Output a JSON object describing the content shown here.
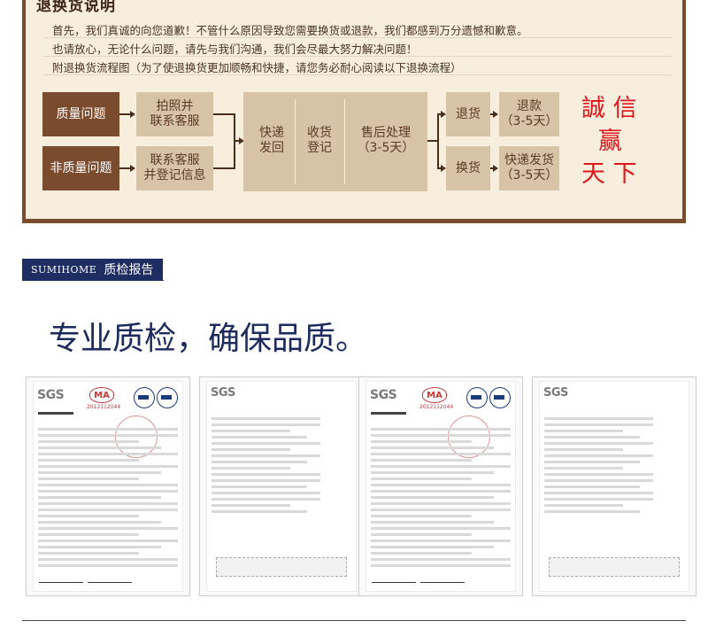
{
  "returns": {
    "title": "退换货说明",
    "lines": [
      "首先，我们真诚的向您道歉！不管什么原因导致您需要换货或退款，我们都感到万分遗憾和歉意。",
      "也请放心，无论什么问题，请先与我们沟通，我们会尽最大努力解决问题！",
      "附退换货流程图（为了使退换货更加顺畅和快捷，请您务必耐心阅读以下退换流程）"
    ],
    "flow": {
      "quality_issue": "质量问题",
      "non_quality_issue": "非质量问题",
      "photo_contact": [
        "拍照并",
        "联系客服"
      ],
      "contact_register": [
        "联系客服",
        "并登记信息"
      ],
      "courier_return": [
        "快递",
        "发回"
      ],
      "receive_register": [
        "收货",
        "登记"
      ],
      "after_sale": [
        "售后处理",
        "（3-5天）"
      ],
      "return_goods": "退货",
      "exchange_goods": "换货",
      "refund": [
        "退款",
        "（3-5天）"
      ],
      "courier_ship": [
        "快递发货",
        "（3-5天）"
      ]
    },
    "slogan": {
      "line1": "誠 信",
      "line2": "赢",
      "line3": "天 下"
    }
  },
  "section": {
    "brand": "SUMIHOME",
    "name": "质检报告"
  },
  "headline": "专业质检，确保品质。",
  "certificates": [
    {
      "logo": "SGS",
      "ma": "MA",
      "date": "2012112044",
      "variant": "full"
    },
    {
      "logo": "SGS",
      "variant": "small"
    },
    {
      "logo": "SGS",
      "ma": "MA",
      "date": "2012112044",
      "variant": "full"
    },
    {
      "logo": "SGS",
      "variant": "small"
    }
  ],
  "colors": {
    "brown": "#7a4b2c",
    "tan": "#d7c4a6",
    "cream": "#f7eede",
    "navy": "#1e2d62",
    "red": "#e0151b"
  }
}
